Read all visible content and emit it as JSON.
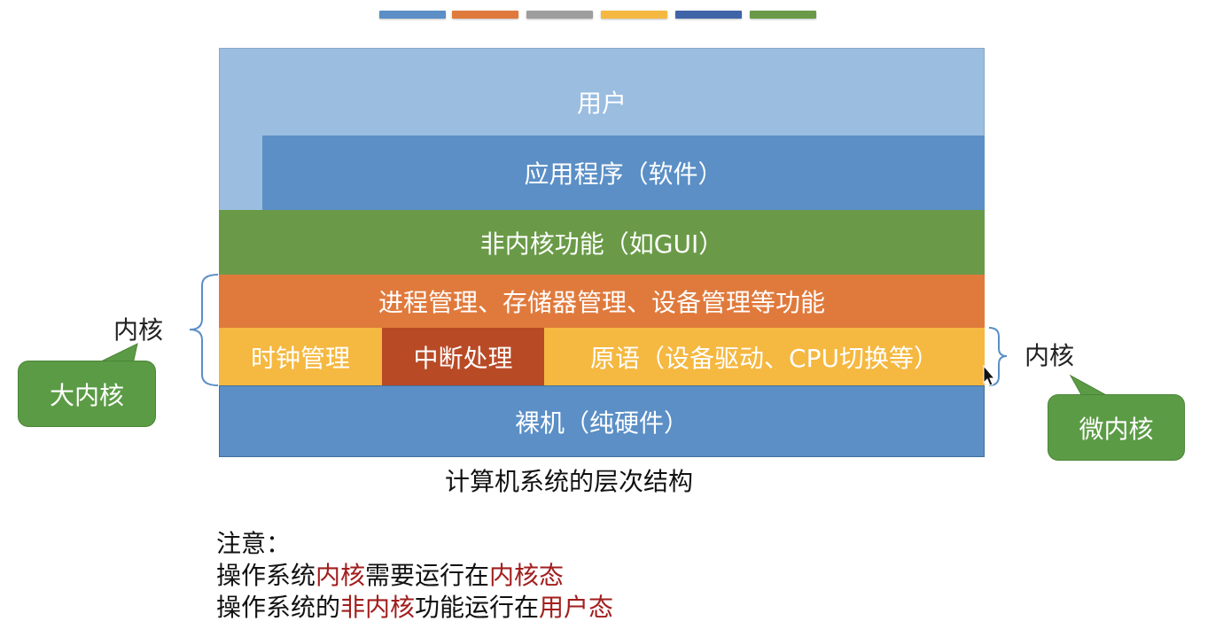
{
  "top_bars": [
    {
      "color": "#5b8fc6"
    },
    {
      "color": "#e07a3c"
    },
    {
      "color": "#9e9e9e"
    },
    {
      "color": "#f5b840"
    },
    {
      "color": "#3f65a8"
    },
    {
      "color": "#6a9a47"
    }
  ],
  "layers": {
    "user": "用户",
    "apps": "应用程序（软件）",
    "non_kernel": "非内核功能（如GUI）",
    "management": "进程管理、存储器管理、设备管理等功能",
    "clock": "时钟管理",
    "interrupt": "中断处理",
    "primitives": "原语（设备驱动、CPU切换等）",
    "hardware": "裸机（纯硬件）"
  },
  "colors": {
    "user": "#9abde0",
    "apps": "#5b8fc6",
    "non_kernel": "#6a9a47",
    "management": "#e07a3c",
    "clock": "#f5b840",
    "interrupt": "#b84a26",
    "primitives": "#f5b840",
    "hardware": "#5b8fc6",
    "callout": "#5b9b45",
    "highlight": "#a21e1e"
  },
  "left_brace_label": "内核",
  "right_brace_label": "内核",
  "callouts": {
    "big_kernel": "大内核",
    "micro_kernel": "微内核"
  },
  "caption": "计算机系统的层次结构",
  "notes": {
    "title": "注意：",
    "line1": [
      "操作系统",
      "内核",
      "需要运行在",
      "内核态"
    ],
    "line2": [
      "操作系统的",
      "非内核",
      "功能运行在",
      "用户态"
    ]
  }
}
